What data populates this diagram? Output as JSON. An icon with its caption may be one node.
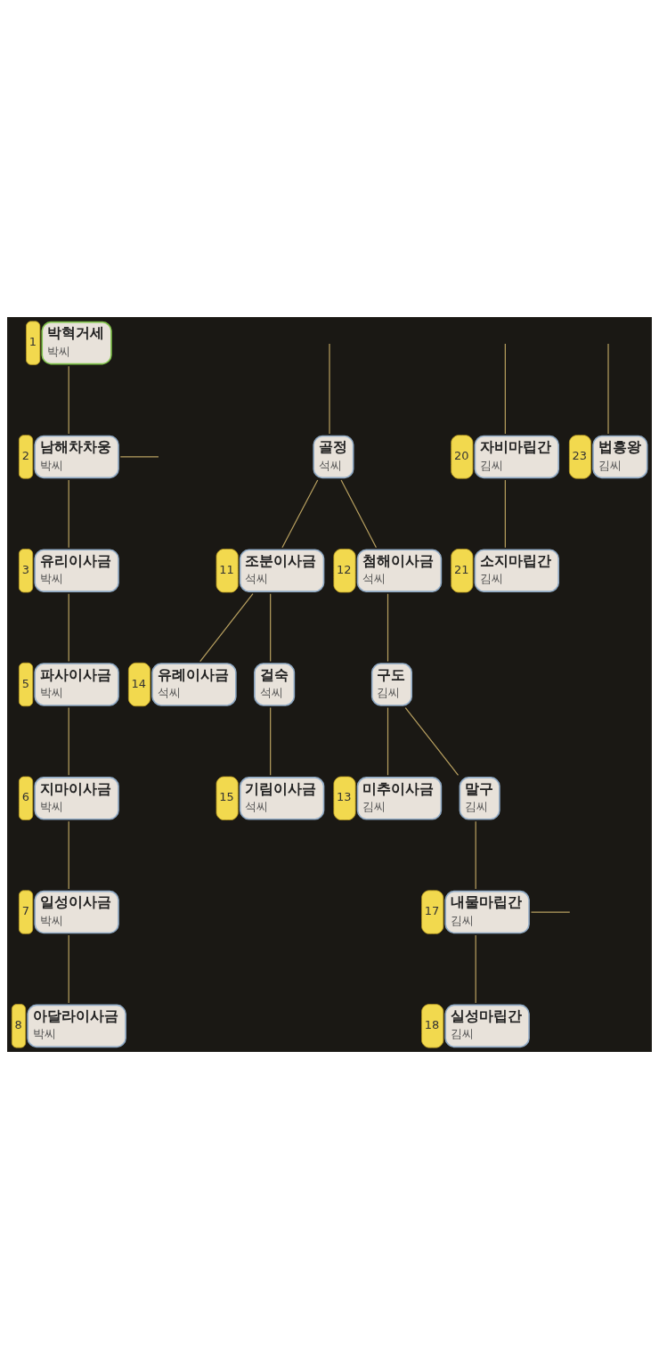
{
  "diagram": {
    "nodes": [
      {
        "text": [
          "박혁거세",
          "박씨"
        ],
        "beside": [
          "1"
        ]
      },
      {
        "text": [
          "남해차차웅",
          "박씨"
        ],
        "beside": [
          "2"
        ]
      },
      {
        "text": [
          "유리이사금",
          "박씨"
        ],
        "beside": [
          "3"
        ]
      },
      {
        "text": [
          "파사이사금",
          "박씨"
        ],
        "beside": [
          "5"
        ]
      },
      {
        "text": [
          "지마이사금",
          "박씨"
        ],
        "beside": [
          "6"
        ]
      },
      {
        "text": [
          "일성이사금",
          "박씨"
        ],
        "beside": [
          "7"
        ]
      },
      {
        "text": [
          "아달라이사금",
          "박씨"
        ],
        "beside": [
          "8"
        ]
      },
      {
        "text": [
          "골정",
          "석씨"
        ]
      },
      {
        "text": [
          "조분이사금",
          "석씨"
        ],
        "beside": [
          "11"
        ]
      },
      {
        "text": [
          "첨해이사금",
          "석씨"
        ],
        "beside": [
          "12"
        ]
      },
      {
        "text": [
          "유례이사금",
          "석씨"
        ],
        "beside": [
          "14"
        ]
      },
      {
        "text": [
          "걸숙",
          "석씨"
        ]
      },
      {
        "text": [
          "구도",
          "김씨"
        ]
      },
      {
        "text": [
          "기림이사금",
          "석씨"
        ],
        "beside": [
          "15"
        ]
      },
      {
        "text": [
          "미추이사금",
          "김씨"
        ],
        "beside": [
          "13"
        ]
      },
      {
        "text": [
          "말구",
          "김씨"
        ]
      },
      {
        "text": [
          "내물마립간",
          "김씨"
        ],
        "beside": [
          "17"
        ]
      },
      {
        "text": [
          "실성마립간",
          "김씨"
        ],
        "beside": [
          "18"
        ]
      },
      {
        "text": [
          "자비마립간",
          "김씨"
        ],
        "beside": [
          "20"
        ]
      },
      {
        "text": [
          "소지마립간",
          "김씨"
        ],
        "beside": [
          "21"
        ]
      },
      {
        "text": [
          "법흥왕",
          "김씨"
        ],
        "beside": [
          "23"
        ]
      }
    ],
    "edges": [
      {
        "from": 0,
        "to": 1,
        "arrow": "none"
      },
      {
        "from": 1,
        "to": 2,
        "arrow": "none"
      },
      {
        "from": 1,
        "to": null,
        "arrow": "none"
      },
      {
        "from": 2,
        "to": 3,
        "arrow": "none"
      },
      {
        "from": 3,
        "to": 4,
        "arrow": "none"
      },
      {
        "from": 4,
        "to": 5,
        "arrow": "none"
      },
      {
        "from": 5,
        "to": 6,
        "arrow": "none"
      },
      {
        "from": null,
        "to": 7,
        "arrow": "none"
      },
      {
        "from": 7,
        "to": 8,
        "arrow": "none"
      },
      {
        "from": 7,
        "to": 9,
        "arrow": "none"
      },
      {
        "from": 8,
        "to": 10,
        "arrow": "none"
      },
      {
        "from": 8,
        "to": 11,
        "arrow": "none"
      },
      {
        "from": 9,
        "to": 12,
        "arrow": "none"
      },
      {
        "from": 11,
        "to": 13,
        "arrow": "none"
      },
      {
        "from": 12,
        "to": 14,
        "arrow": "none"
      },
      {
        "from": 12,
        "to": 15,
        "arrow": "none"
      },
      {
        "from": 15,
        "to": 16,
        "arrow": "none"
      },
      {
        "from": 16,
        "to": 17,
        "arrow": "none"
      },
      {
        "from": 16,
        "to": null,
        "arrow": "none"
      },
      {
        "from": null,
        "to": 18,
        "arrow": "none"
      },
      {
        "from": 18,
        "to": 19,
        "arrow": "none"
      },
      {
        "from": null,
        "to": 20,
        "arrow": "none"
      }
    ]
  }
}
